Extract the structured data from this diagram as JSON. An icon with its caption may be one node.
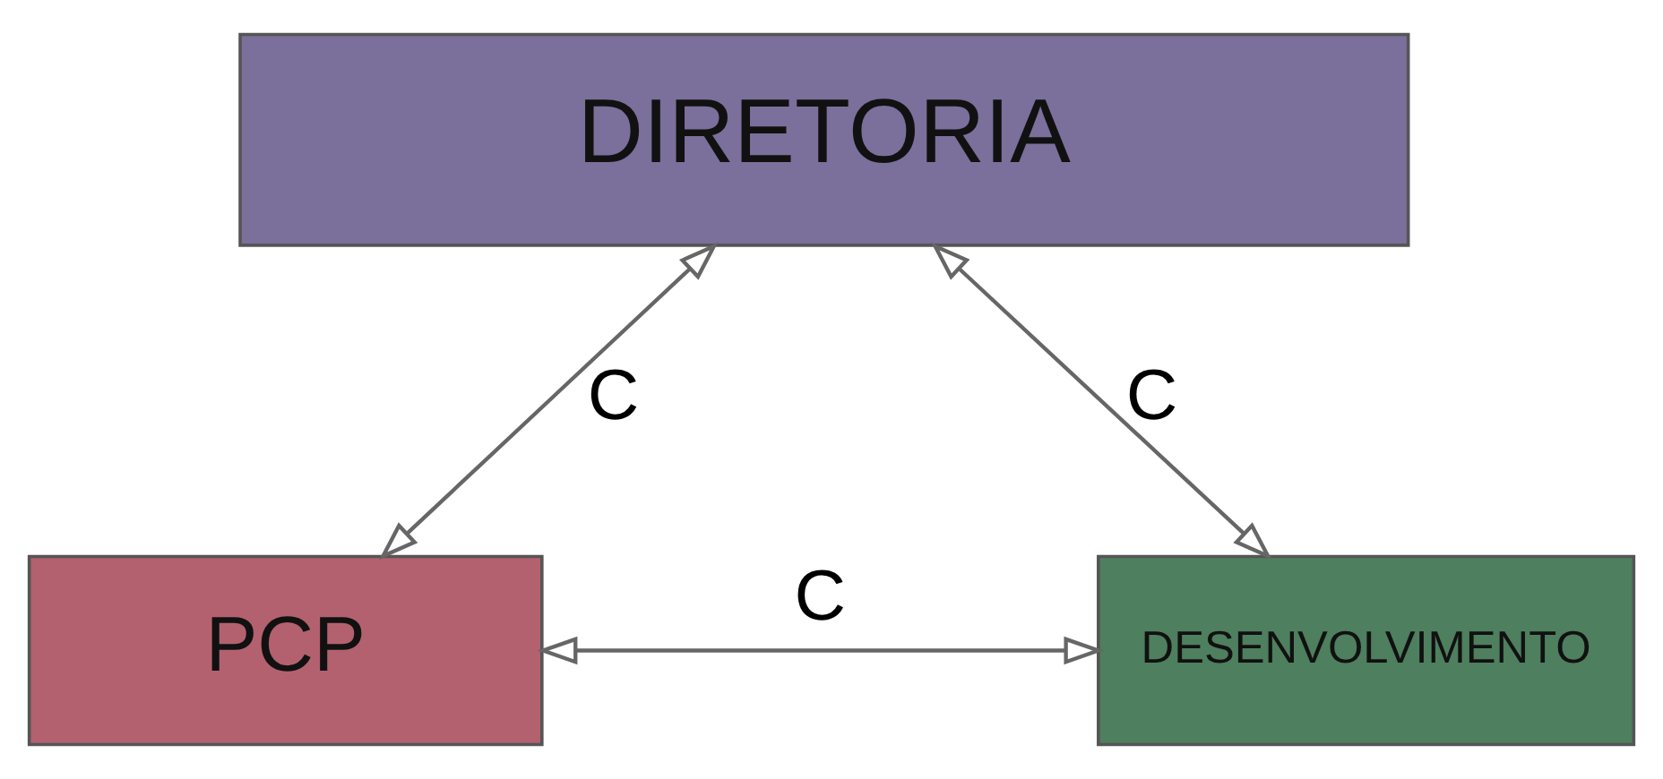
{
  "diagram": {
    "nodes": [
      {
        "text": [
          "DIRETORIA"
        ]
      },
      {
        "text": [
          "PCP"
        ]
      },
      {
        "text": [
          "DESENVOLVIMENTO"
        ]
      }
    ],
    "edges": [
      {
        "from": 0,
        "to": 1,
        "arrow": "both",
        "label": "C"
      },
      {
        "from": 0,
        "to": 2,
        "arrow": "both",
        "label": "C"
      },
      {
        "from": 1,
        "to": 2,
        "arrow": "both",
        "label": "C"
      }
    ]
  }
}
